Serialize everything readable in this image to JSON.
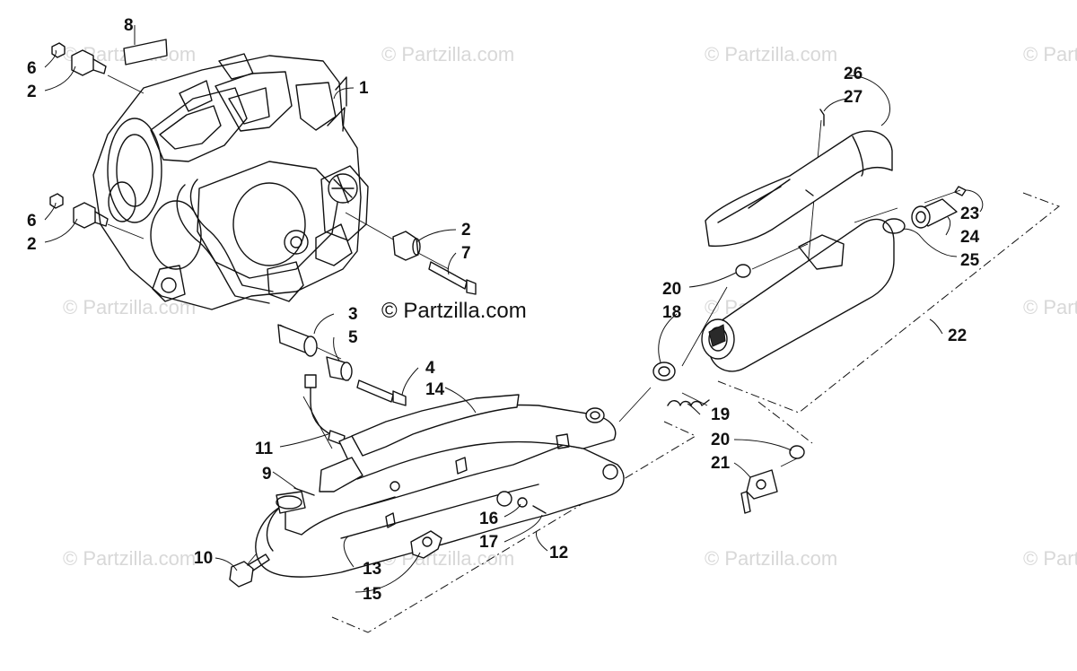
{
  "diagram": {
    "watermark_text": "© Partzilla.com",
    "copyright_text": "© Partzilla.com",
    "callouts": {
      "c1": "1",
      "c2a": "2",
      "c2b": "2",
      "c2c": "2",
      "c3": "3",
      "c4": "4",
      "c5": "5",
      "c6a": "6",
      "c6b": "6",
      "c7": "7",
      "c8": "8",
      "c9": "9",
      "c10": "10",
      "c11": "11",
      "c12": "12",
      "c13": "13",
      "c14": "14",
      "c15": "15",
      "c16": "16",
      "c17": "17",
      "c18": "18",
      "c19": "19",
      "c20a": "20",
      "c20b": "20",
      "c21": "21",
      "c22": "22",
      "c23": "23",
      "c24": "24",
      "c25": "25",
      "c26": "26",
      "c27": "27"
    }
  }
}
